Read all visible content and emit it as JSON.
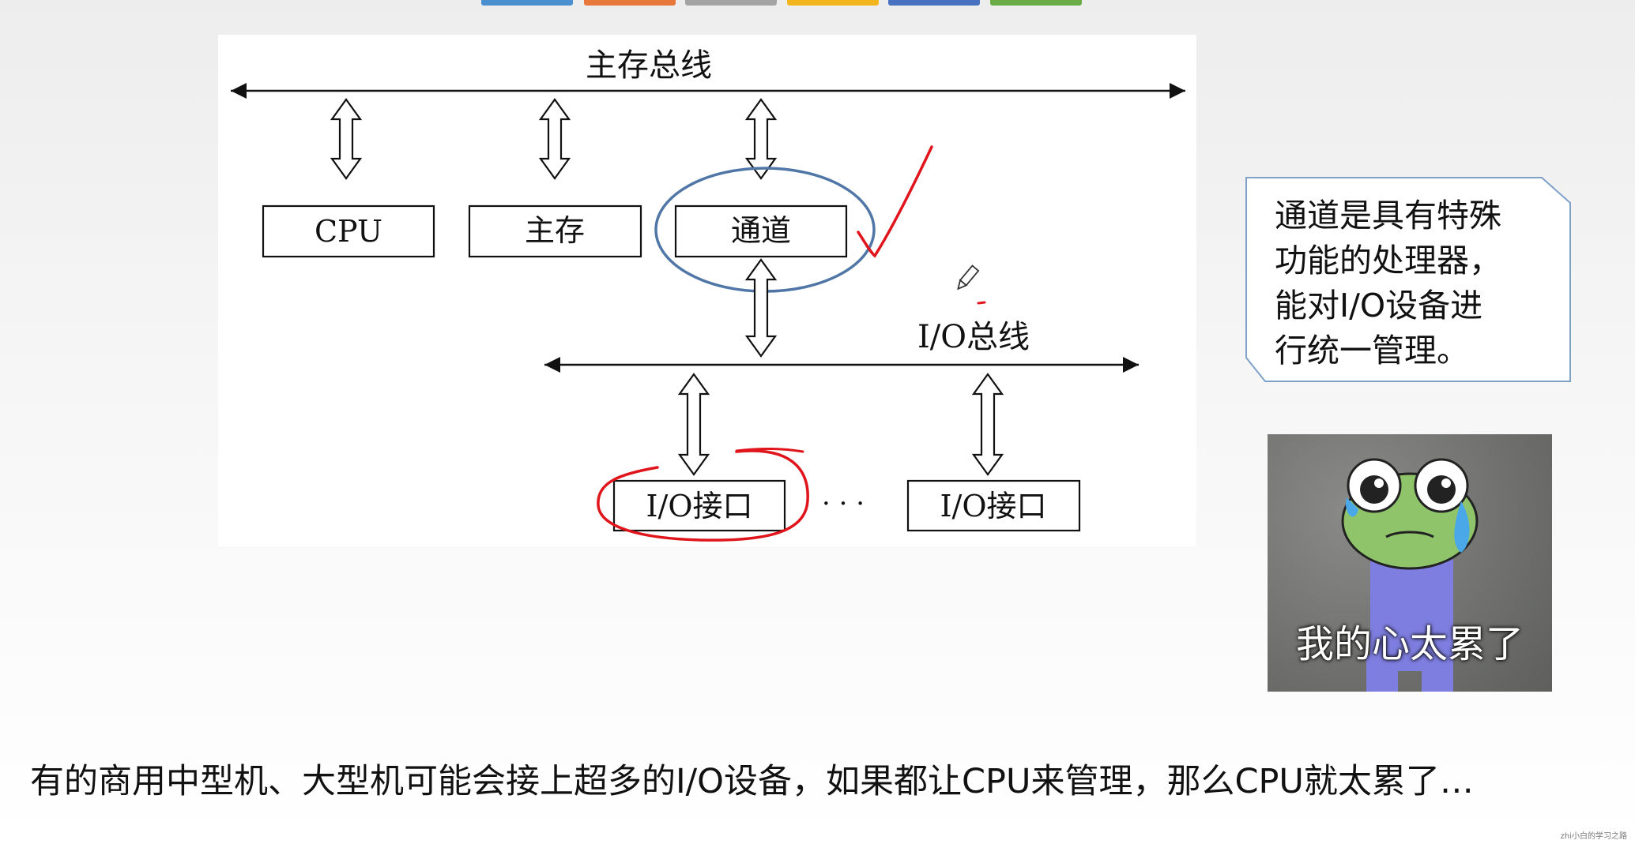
{
  "colors": {
    "tabs": [
      "#4b8fd1",
      "#e8783a",
      "#a4a4a4",
      "#f2b51d",
      "#4871c0",
      "#6aac46"
    ],
    "highlight_ellipse": "#4f76a6",
    "annotation_red": "#e0141b",
    "callout_border": "#7fa2c8"
  },
  "diagram": {
    "main_bus_label": "主存总线",
    "io_bus_label": "I/O总线",
    "boxes": {
      "cpu": "CPU",
      "main_memory": "主存",
      "channel": "通道",
      "io_interface_1": "I/O接口",
      "ellipsis": "· · ·",
      "io_interface_2": "I/O接口"
    }
  },
  "callout": {
    "text": "通道是具有特殊\n功能的处理器，\n能对I/O设备进\n行统一管理。"
  },
  "image": {
    "caption": "我的心太累了"
  },
  "bottom_text": "有的商用中型机、大型机可能会接上超多的I/O设备，如果都让CPU来管理，那么CPU就太累了…",
  "watermark": "zhi小白的学习之路"
}
